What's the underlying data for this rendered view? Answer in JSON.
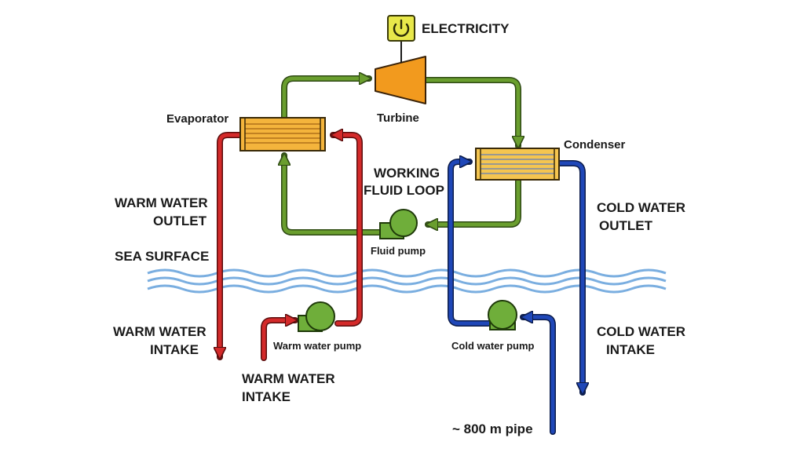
{
  "labels": {
    "electricity": "ELECTRICITY",
    "turbine": "Turbine",
    "evaporator": "Evaporator",
    "condenser": "Condenser",
    "working_fluid_line1": "WORKING",
    "working_fluid_line2": "FLUID LOOP",
    "warm_outlet_line1": "WARM WATER",
    "warm_outlet_line2": "OUTLET",
    "cold_outlet_line1": "COLD WATER",
    "cold_outlet_line2": "OUTLET",
    "sea_surface": "SEA SURFACE",
    "fluid_pump": "Fluid pump",
    "warm_intake_left_line1": "WARM WATER",
    "warm_intake_left_line2": "INTAKE",
    "warm_water_pump": "Warm water pump",
    "warm_intake_bottom_line1": "WARM WATER",
    "warm_intake_bottom_line2": "INTAKE",
    "cold_water_pump": "Cold water pump",
    "cold_intake_line1": "COLD WATER",
    "cold_intake_line2": "INTAKE",
    "pipe": "~ 800 m pipe"
  },
  "colors": {
    "working_fluid": "#6a9e2e",
    "warm_water": "#d42a2a",
    "cold_water": "#1f47b8",
    "sea_wave": "#7aaee0",
    "heat_exchanger": "#f4b43c",
    "turbine": "#f29a1e",
    "pump": "#6fae3a",
    "power_box": "#e8e84a"
  },
  "icons": {
    "electricity": "power-icon"
  }
}
